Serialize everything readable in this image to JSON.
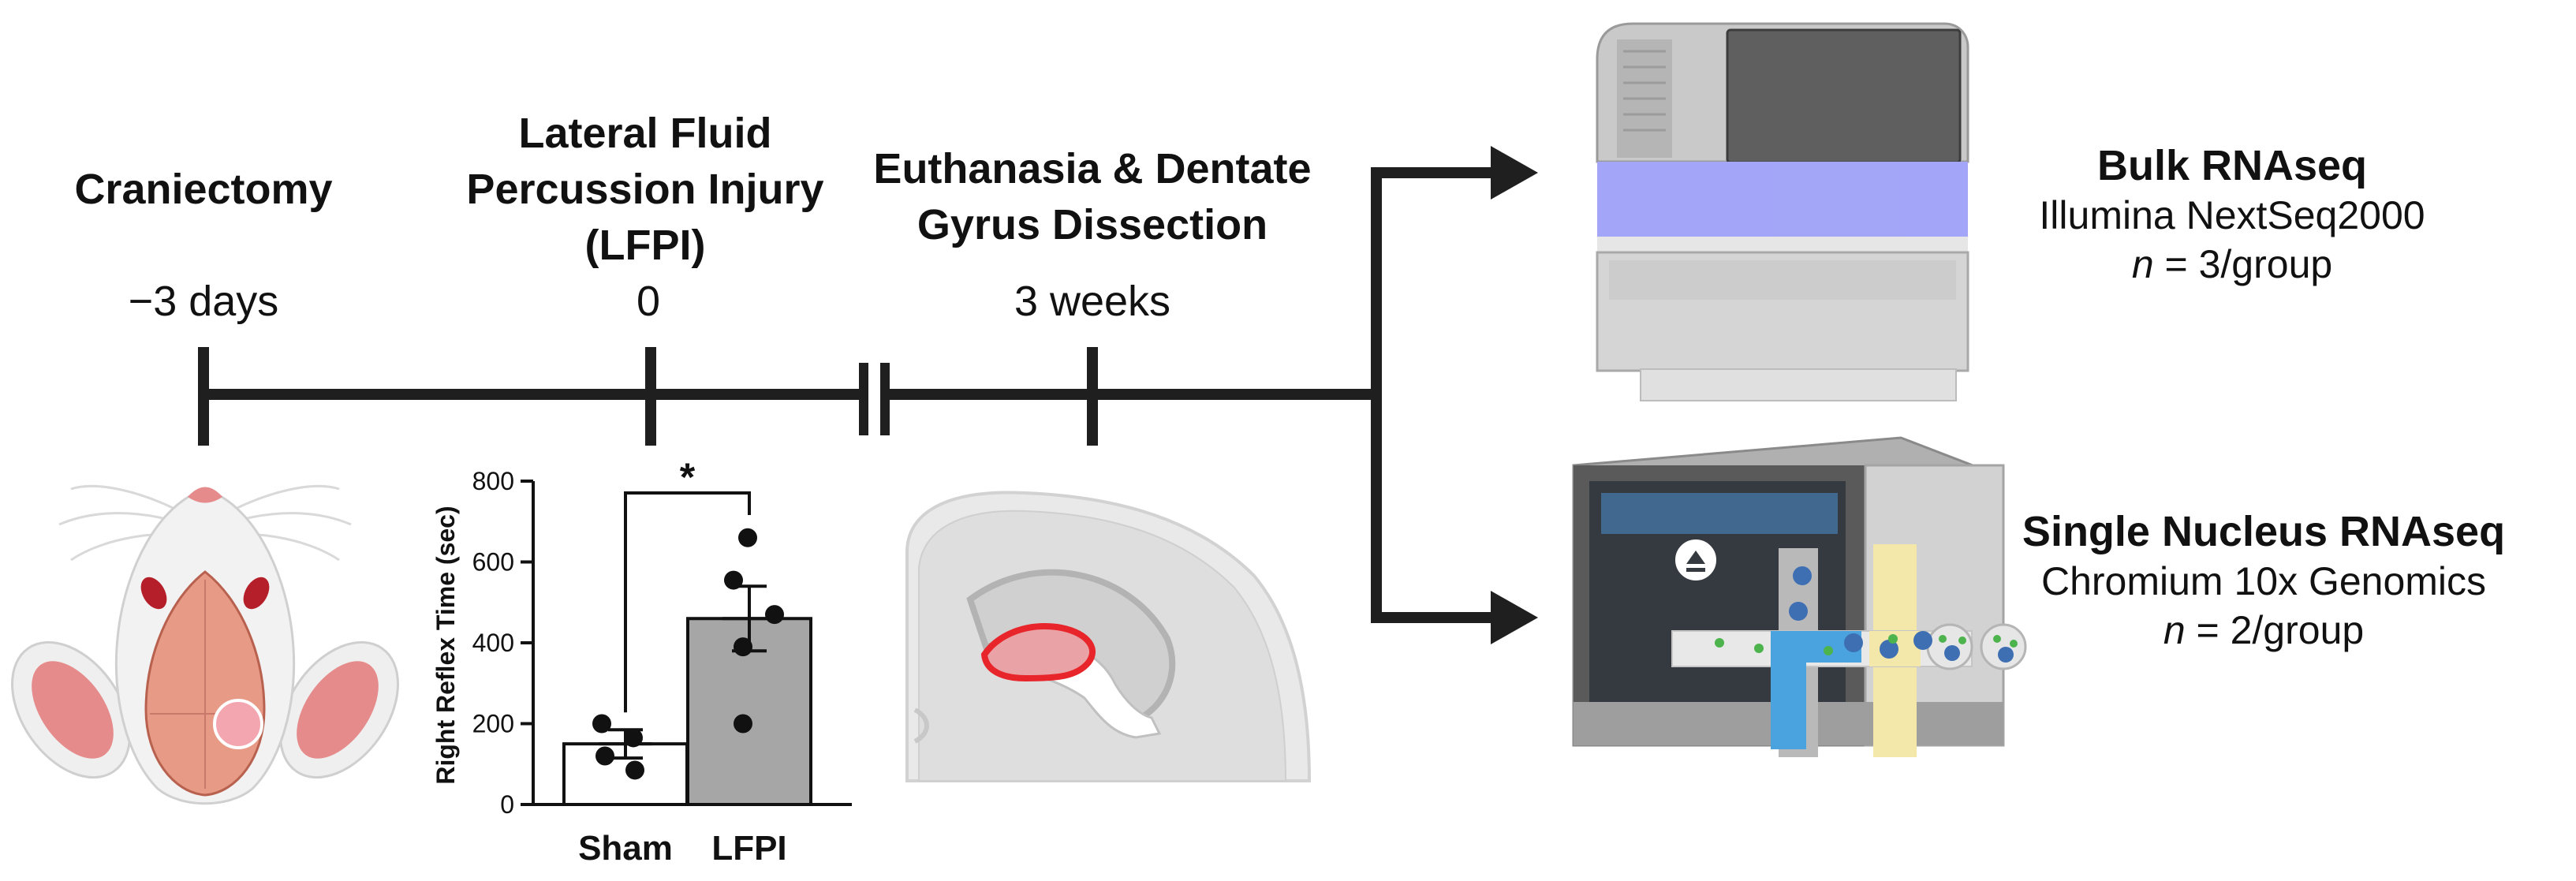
{
  "timeline": {
    "steps": [
      {
        "title_lines": [
          "Craniectomy"
        ],
        "time": "−3 days"
      },
      {
        "title_lines": [
          "Lateral Fluid",
          "Percussion Injury",
          "(LFPI)"
        ],
        "time": "0"
      },
      {
        "title_lines": [
          "Euthanasia & Dentate",
          "Gyrus Dissection"
        ],
        "time": "3 weeks"
      }
    ]
  },
  "outputs": [
    {
      "title": "Bulk RNAseq",
      "platform": "Illumina NextSeq2000",
      "n_symbol": "n",
      "n_rest": " = 3/group"
    },
    {
      "title": "Single Nucleus RNAseq",
      "platform": "Chromium 10x Genomics",
      "n_symbol": "n",
      "n_rest": " = 2/group"
    }
  ],
  "chart_data": {
    "type": "bar",
    "categories": [
      "Sham",
      "LFPI"
    ],
    "values": [
      150,
      460
    ],
    "error": [
      35,
      80
    ],
    "points": [
      [
        200,
        165,
        120,
        85
      ],
      [
        660,
        555,
        470,
        390,
        200
      ]
    ],
    "ylabel": "Right Reflex Time (sec)",
    "xlabel": "",
    "ylim": [
      0,
      800
    ],
    "yticks": [
      "0",
      "200",
      "400",
      "600",
      "800"
    ],
    "significance": "*",
    "bar_colors": [
      "#ffffff",
      "#a6a6a6"
    ]
  },
  "colors": {
    "line": "#1f1f1f",
    "brain_lesion": "#e8252a",
    "ear_pink": "#e58b8b",
    "device_glow": "#8b8ff0",
    "channel_blue": "#4aa3de",
    "channel_yellow": "#f3e7a9"
  },
  "icons": [
    "rat-head-icon",
    "brain-slice-icon",
    "sequencer-icon",
    "chromium-controller-icon"
  ]
}
